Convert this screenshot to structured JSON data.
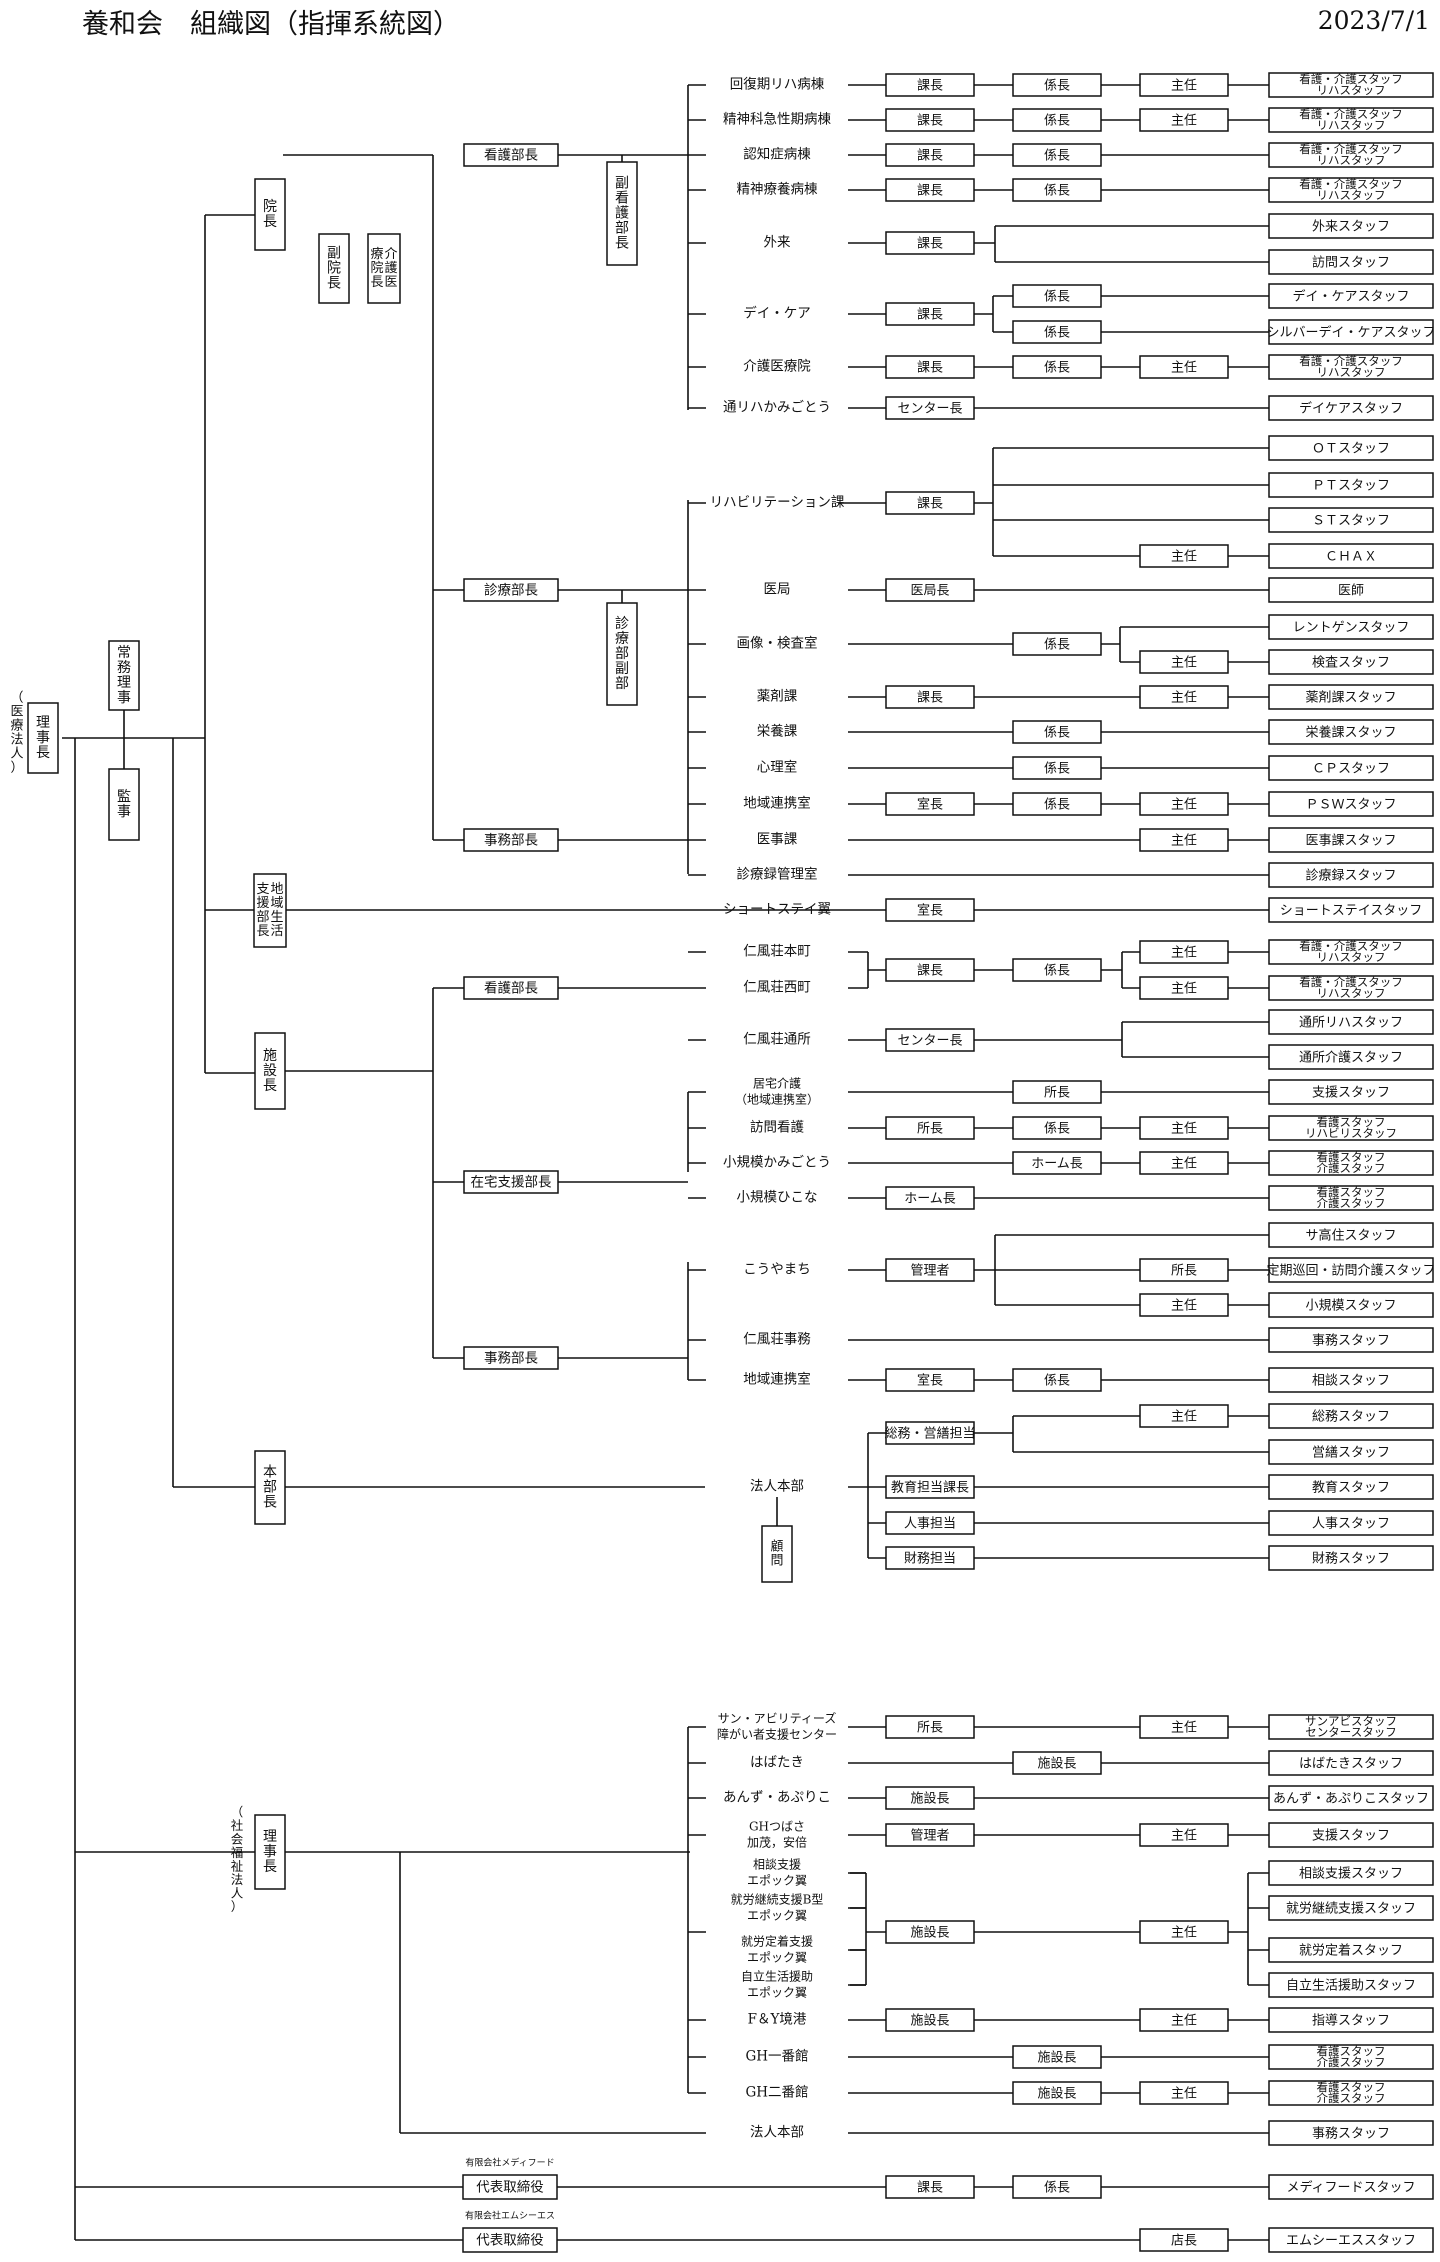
{
  "header": {
    "title": "養和会　組織図（指揮系統図）",
    "date": "2023/7/1"
  },
  "side_labels": {
    "medical_corp": "（医療法人）",
    "social_corp": "（社会福祉法人）"
  },
  "execs": {
    "chair_medical": "理事長",
    "managing_director": "常務理事",
    "auditor": "監事"
  },
  "hospital": {
    "director": "院長",
    "vice_director": "副院長",
    "care_director": "介護医療院長"
  },
  "depts": {
    "nursing": "看護部長",
    "deputy_nursing": "副看護部長",
    "medical": "診療部長",
    "deputy_medical": "診療部副部",
    "admin": "事務部長",
    "community": "地域生活支援部長",
    "facility": "施設長",
    "f_nursing": "看護部長",
    "homecare": "在宅支援部長",
    "f_admin": "事務部長",
    "hq_head": "本部長",
    "advisor": "顧問"
  },
  "units": {
    "u1": "回復期リハ病棟",
    "u2": "精神科急性期病棟",
    "u3": "認知症病棟",
    "u4": "精神療養病棟",
    "u5": "外来",
    "u6": "デイ・ケア",
    "u7": "介護医療院",
    "u8": "通リハかみごとう",
    "u9": "リハビリテーション課",
    "u10": "医局",
    "u11": "画像・検査室",
    "u12": "薬剤課",
    "u13": "栄養課",
    "u14": "心理室",
    "u15": "地域連携室",
    "u16": "医事課",
    "u17": "診療録管理室",
    "u18": "ショートステイ翼",
    "u19": "仁風荘本町",
    "u20": "仁風荘西町",
    "u21": "仁風荘通所",
    "u22a": "居宅介護",
    "u22b": "（地域連携室）",
    "u23": "訪問看護",
    "u24": "小規模かみごとう",
    "u25": "小規模ひこな",
    "u26": "こうやまち",
    "u27": "仁風荘事務",
    "u28": "地域連携室",
    "u29": "法人本部",
    "s1a": "サン・アビリティーズ",
    "s1b": "障がい者支援センター",
    "s2": "はばたき",
    "s3": "あんず・あぷりこ",
    "s4a": "GHつばさ",
    "s4b": "加茂，安倍",
    "s5a": "相談支援",
    "s5b": "エポック翼",
    "s6a": "就労継続支援B型",
    "s6b": "エポック翼",
    "s7a": "就労定着支援",
    "s7b": "エポック翼",
    "s8a": "自立生活援助",
    "s8b": "エポック翼",
    "s9": "F＆Y境港",
    "s10": "GH一番館",
    "s11": "GH二番館",
    "s12": "法人本部"
  },
  "roles": {
    "kacho": "課長",
    "kakaricho": "係長",
    "shunin": "主任",
    "center": "センター長",
    "ikyoku": "医局長",
    "shitsucho": "室長",
    "shocho": "所長",
    "home": "ホーム長",
    "kanri": "管理者",
    "soumu": "総務・営繕担当",
    "kyoiku": "教育担当課長",
    "jinji": "人事担当",
    "zaimu": "財務担当",
    "shisetsu": "施設長",
    "tencho": "店長"
  },
  "staff": {
    "care2a": "看護・介護スタッフ",
    "care2b": "リハスタッフ",
    "gairai": "外来スタッフ",
    "houmon": "訪問スタッフ",
    "dayc": "デイ・ケアスタッフ",
    "silver": "シルバーデイ・ケアスタッフ",
    "daycare": "デイケアスタッフ",
    "ot": "ＯＴスタッフ",
    "pt": "ＰＴスタッフ",
    "st": "ＳＴスタッフ",
    "chax": "ＣＨＡＸ",
    "ishi": "医師",
    "xray": "レントゲンスタッフ",
    "kensa": "検査スタッフ",
    "yakuzai": "薬剤課スタッフ",
    "eiyou": "栄養課スタッフ",
    "cp": "ＣＰスタッフ",
    "psw": "ＰＳＷスタッフ",
    "iji": "医事課スタッフ",
    "shinryoroku": "診療録スタッフ",
    "short": "ショートステイスタッフ",
    "tsusho_reha": "通所リハスタッフ",
    "tsusho_kaigo": "通所介護スタッフ",
    "shien": "支援スタッフ",
    "nc_a": "看護スタッフ",
    "nc_b": "リハビリスタッフ",
    "nk_a": "看護スタッフ",
    "nk_b": "介護スタッフ",
    "sakou": "サ高住スタッフ",
    "teiki": "定期巡回・訪問介護スタッフ",
    "shokibo": "小規模スタッフ",
    "jimu": "事務スタッフ",
    "soudan": "相談スタッフ",
    "soumu_s": "総務スタッフ",
    "eizen": "営繕スタッフ",
    "kyoiku_s": "教育スタッフ",
    "jinji_s": "人事スタッフ",
    "zaimu_s": "財務スタッフ",
    "sunab_a": "サンアビスタッフ",
    "sunab_b": "センタースタッフ",
    "habataki": "はばたきスタッフ",
    "anzu": "あんず・あぷりこスタッフ",
    "soudan_shien": "相談支援スタッフ",
    "shuro_keizoku": "就労継続支援スタッフ",
    "shuro_teichaku": "就労定着スタッフ",
    "jiritsu": "自立生活援助スタッフ",
    "shidou": "指導スタッフ",
    "medi": "メディフードスタッフ",
    "mcs": "エムシーエススタッフ"
  },
  "social": {
    "chair": "理事長"
  },
  "companies": {
    "medi_name": "有限会社メディフード",
    "medi_role": "代表取締役",
    "mcs_name": "有限会社エムシーエス",
    "mcs_role": "代表取締役"
  }
}
